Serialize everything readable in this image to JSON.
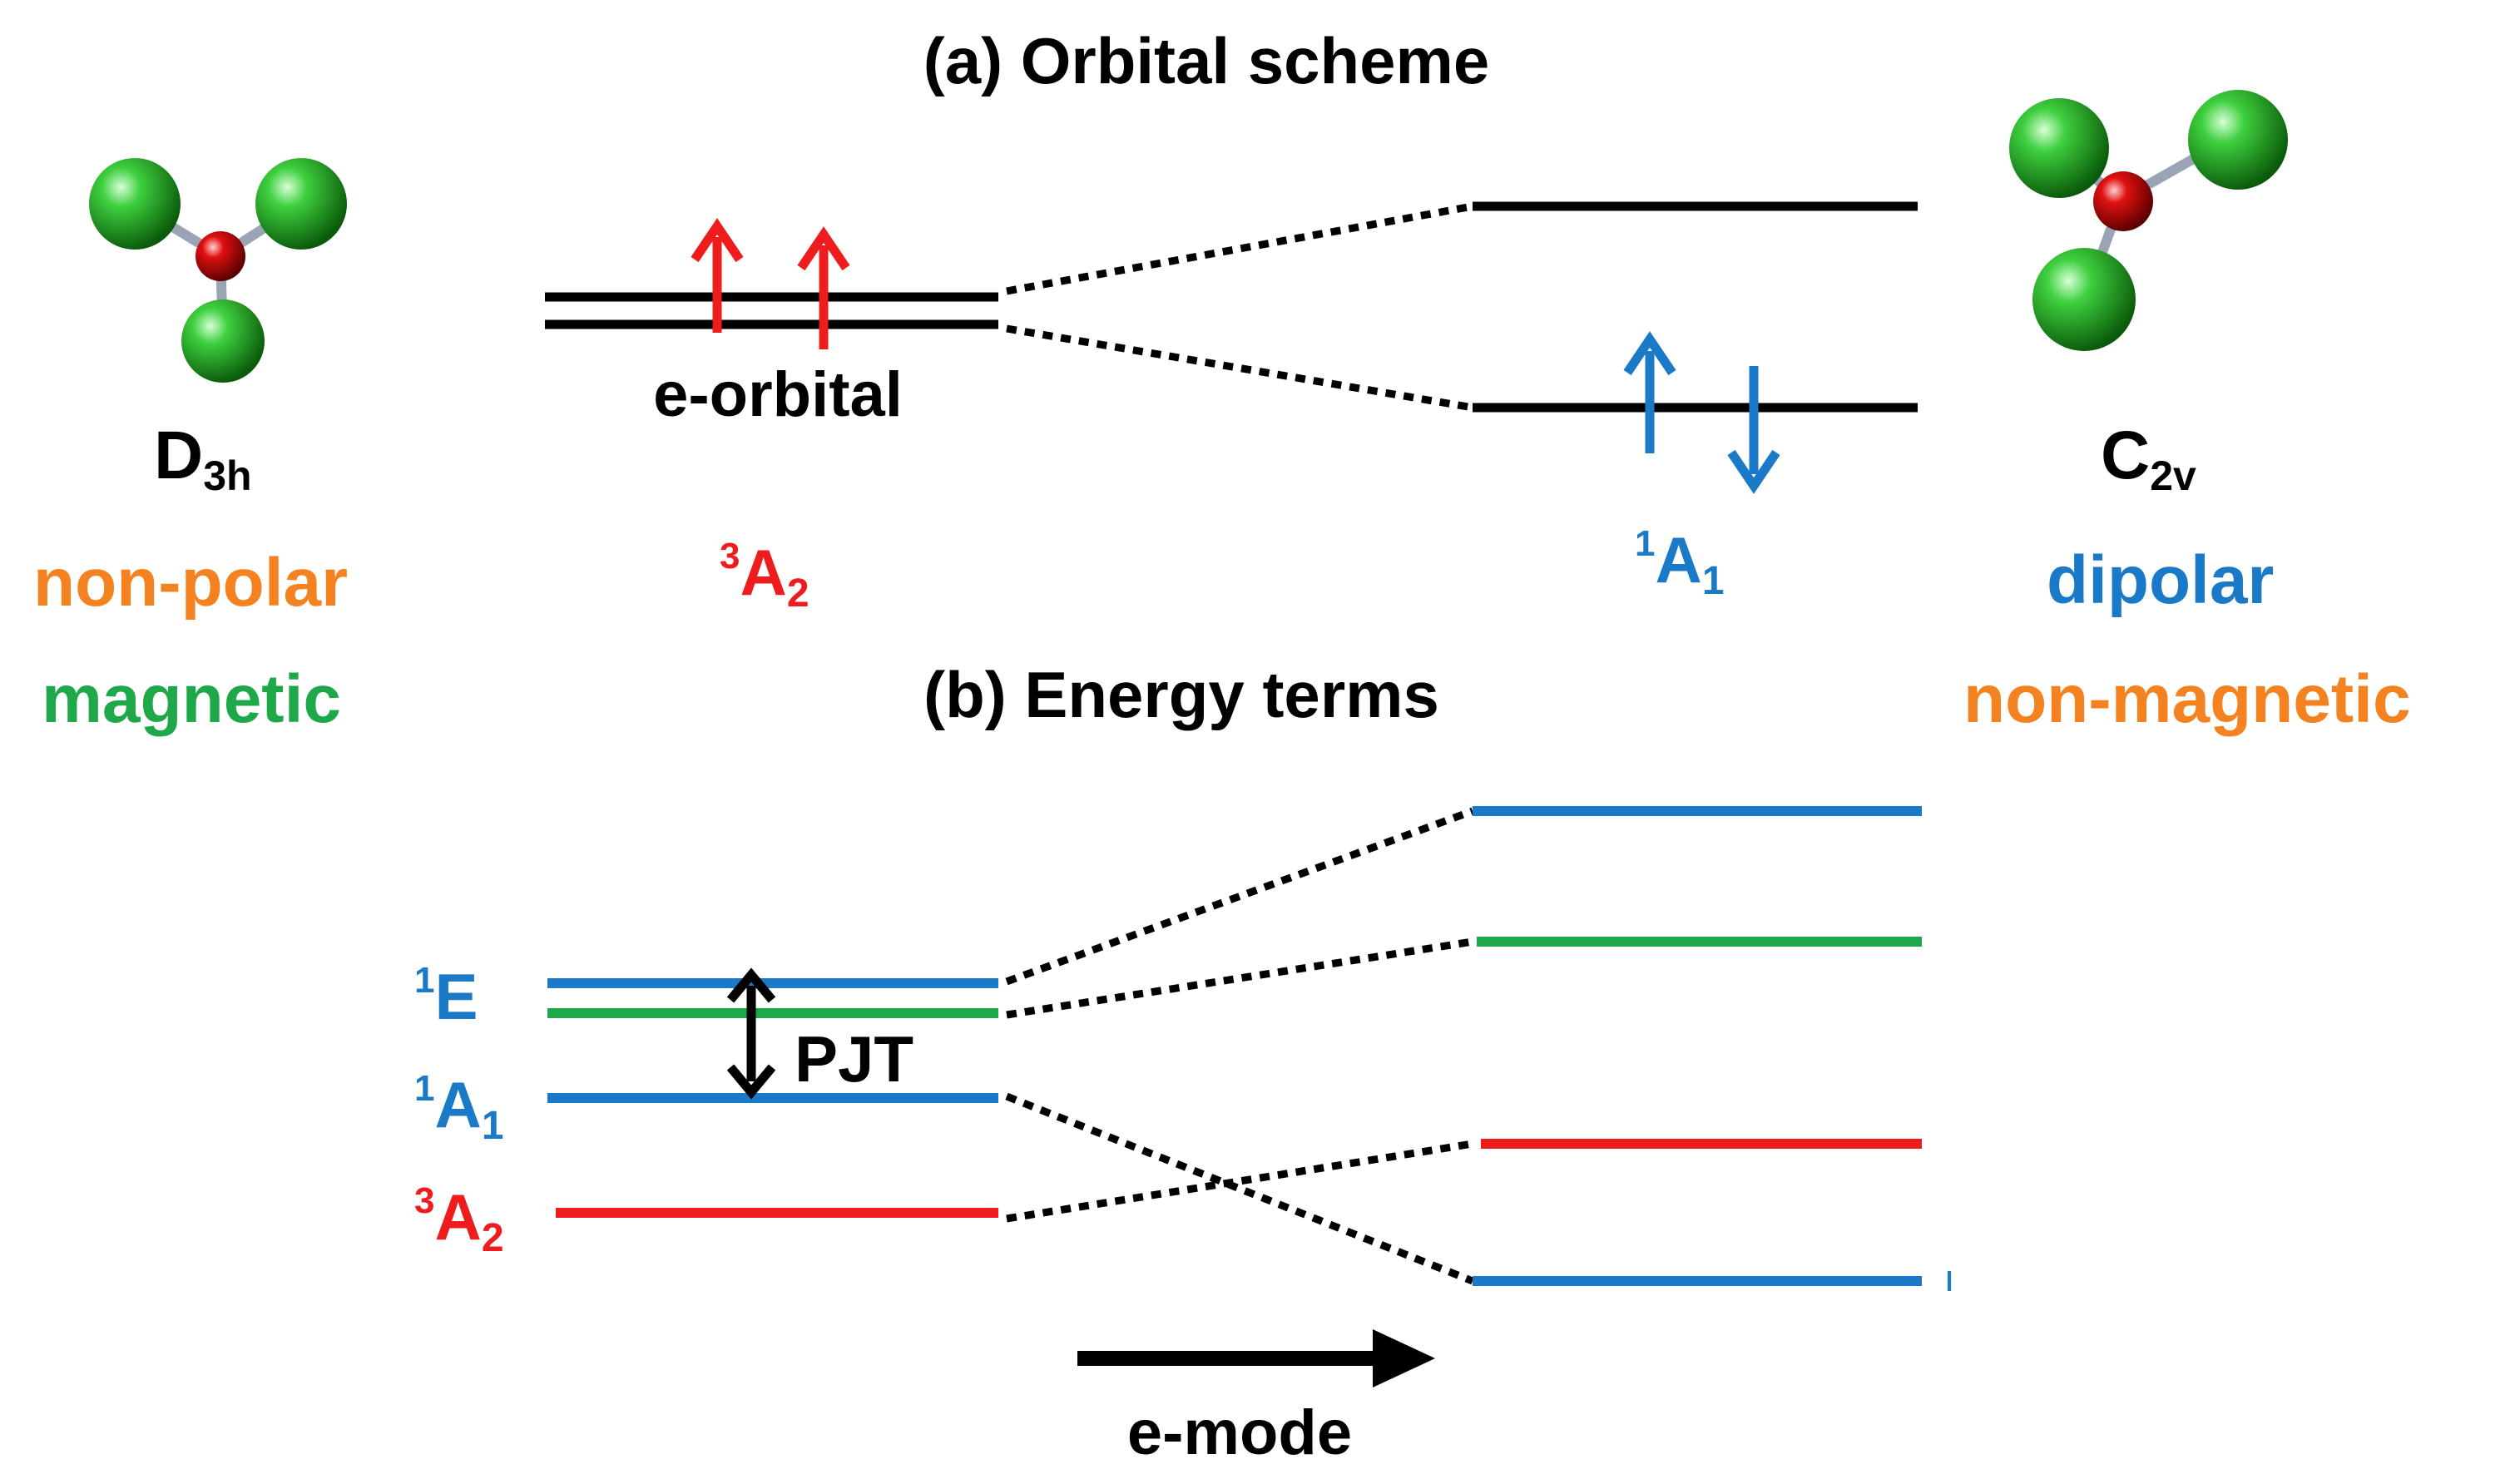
{
  "colors": {
    "black": "#000000",
    "red": "#ee1c1c",
    "blue": "#1a7ac8",
    "green": "#1fa84a",
    "orange": "#f58220",
    "atom_green": "#22a022",
    "atom_red": "#c00000",
    "bond": "#9aa4b4"
  },
  "titles": {
    "orbital_scheme": "(a) Orbital scheme",
    "energy_terms": "(b) Energy terms"
  },
  "left_molecule": {
    "symmetry_main": "D",
    "symmetry_sub": "3h",
    "property_1": "non-polar",
    "property_2": "magnetic"
  },
  "right_molecule": {
    "symmetry_main": "C",
    "symmetry_sub": "2v",
    "property_1": "dipolar",
    "property_2": "non-magnetic"
  },
  "orbital": {
    "e_label": "e-orbital",
    "left_state": {
      "sup": "3",
      "main": "A",
      "sub": "2"
    },
    "right_state": {
      "sup": "1",
      "main": "A",
      "sub": "1"
    }
  },
  "terms": {
    "left_E": {
      "sup": "1",
      "main": "E"
    },
    "left_A1": {
      "sup": "1",
      "main": "A",
      "sub": "1"
    },
    "left_A2": {
      "sup": "3",
      "main": "A",
      "sub": "2"
    },
    "pjt_label": "PJT",
    "mode_label": "e-mode"
  }
}
